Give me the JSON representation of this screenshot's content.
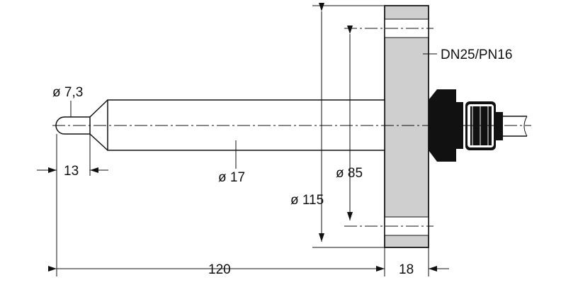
{
  "labels": {
    "tip_diameter": "ø 7,3",
    "tip_length": "13",
    "rod_diameter": "ø 17",
    "bolt_circle": "ø 85",
    "flange_diameter": "ø 115",
    "flange_standard": "DN25/PN16",
    "insertion_length": "120",
    "flange_thickness": "18"
  },
  "colors": {
    "line": "#111111",
    "flange_fill": "#cfcfcf",
    "fitting_fill": "#111111",
    "background": "#ffffff"
  }
}
